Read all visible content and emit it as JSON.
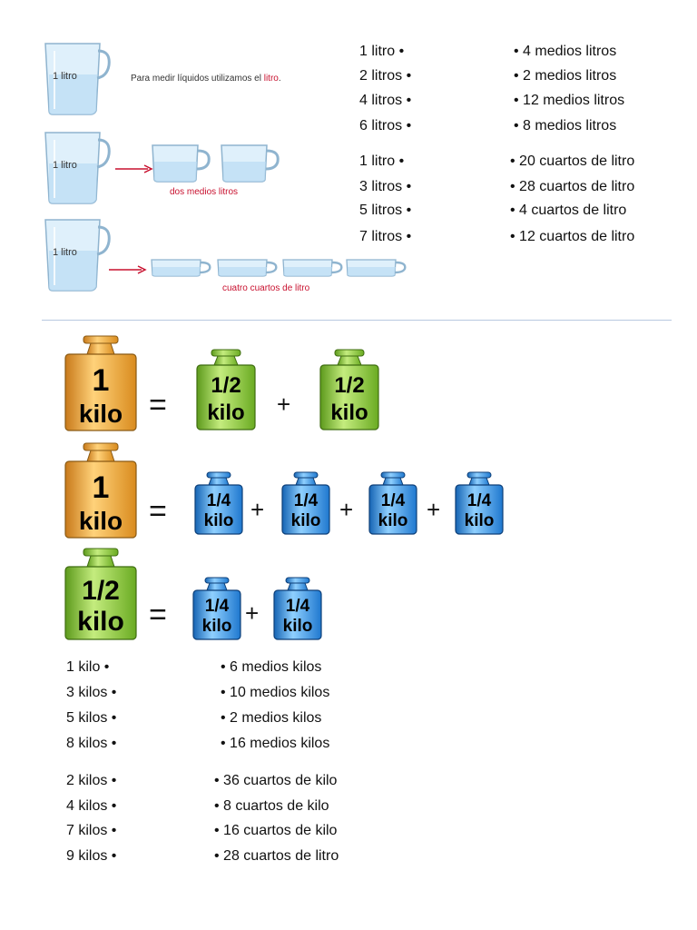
{
  "liquids": {
    "pitcher_label": "1 litro",
    "intro_prefix": "Para medir líquidos utilizamos el ",
    "intro_highlight": "litro",
    "intro_suffix": ".",
    "caption_halves": "dos medios litros",
    "caption_quarters": "cuatro cuartos de litro",
    "accent_color": "#c8102e",
    "halves_left": [
      "1 litro •",
      "2 litros •",
      "4 litros •",
      "6 litros •"
    ],
    "halves_right": [
      "• 4 medios litros",
      "• 2 medios litros",
      "• 12 medios litros",
      "• 8 medios litros"
    ],
    "quarters_left": [
      "1 litro •",
      "3 litros •",
      "5 litros •",
      "7 litros •"
    ],
    "quarters_right": [
      "• 20 cuartos de litro",
      "• 28 cuartos de litro",
      "• 4 cuartos de litro",
      "• 12 cuartos de litro"
    ]
  },
  "weights": {
    "colors": {
      "one_kilo": "#f0a830",
      "half_kilo": "#8cc63f",
      "quarter_kilo": "#2b8fe0"
    },
    "one_num": "1",
    "half_num": "1/2",
    "quarter_num": "1/4",
    "unit": "kilo",
    "equals": "=",
    "plus": "+"
  },
  "kilos": {
    "halves_left": [
      "1 kilo •",
      "3 kilos •",
      "5 kilos •",
      "8 kilos •"
    ],
    "halves_right": [
      "• 6 medios kilos",
      "• 10 medios kilos",
      "• 2 medios kilos",
      "• 16 medios kilos"
    ],
    "quarters_left": [
      "2 kilos •",
      "4 kilos •",
      "7 kilos •",
      "9 kilos •"
    ],
    "quarters_right": [
      "• 36 cuartos de kilo",
      "• 8 cuartos de kilo",
      "• 16 cuartos de kilo",
      "• 28 cuartos de litro"
    ]
  }
}
